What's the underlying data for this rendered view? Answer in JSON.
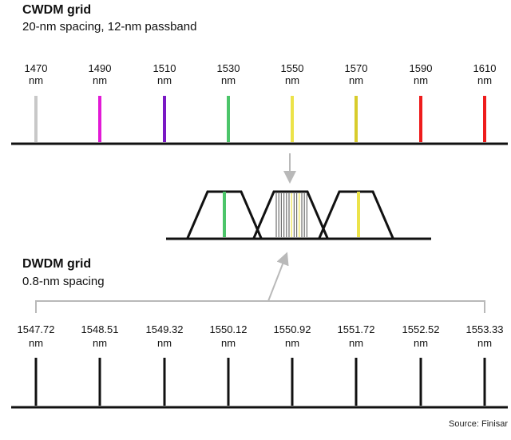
{
  "cwdm": {
    "title": "CWDM grid",
    "subtitle": "20-nm spacing, 12-nm passband",
    "unit": "nm",
    "channels": [
      {
        "wavelength": "1470",
        "color": "#c8c8c8"
      },
      {
        "wavelength": "1490",
        "color": "#e21ad6"
      },
      {
        "wavelength": "1510",
        "color": "#7a18c4"
      },
      {
        "wavelength": "1530",
        "color": "#4cc56a"
      },
      {
        "wavelength": "1550",
        "color": "#ece34a"
      },
      {
        "wavelength": "1570",
        "color": "#d8cc2c"
      },
      {
        "wavelength": "1590",
        "color": "#ee1c1c"
      },
      {
        "wavelength": "1610",
        "color": "#ee1c1c"
      }
    ]
  },
  "dwdm": {
    "title": "DWDM grid",
    "subtitle": "0.8-nm spacing",
    "unit": "nm",
    "channels": [
      "1547.72",
      "1548.51",
      "1549.32",
      "1550.12",
      "1550.92",
      "1551.72",
      "1552.52",
      "1553.33"
    ]
  },
  "source": "Source: Finisar",
  "colors": {
    "line": "#111111",
    "arrow": "#b9b9b9",
    "filter_green": "#4cc56a",
    "filter_yellow": "#ece34a"
  }
}
